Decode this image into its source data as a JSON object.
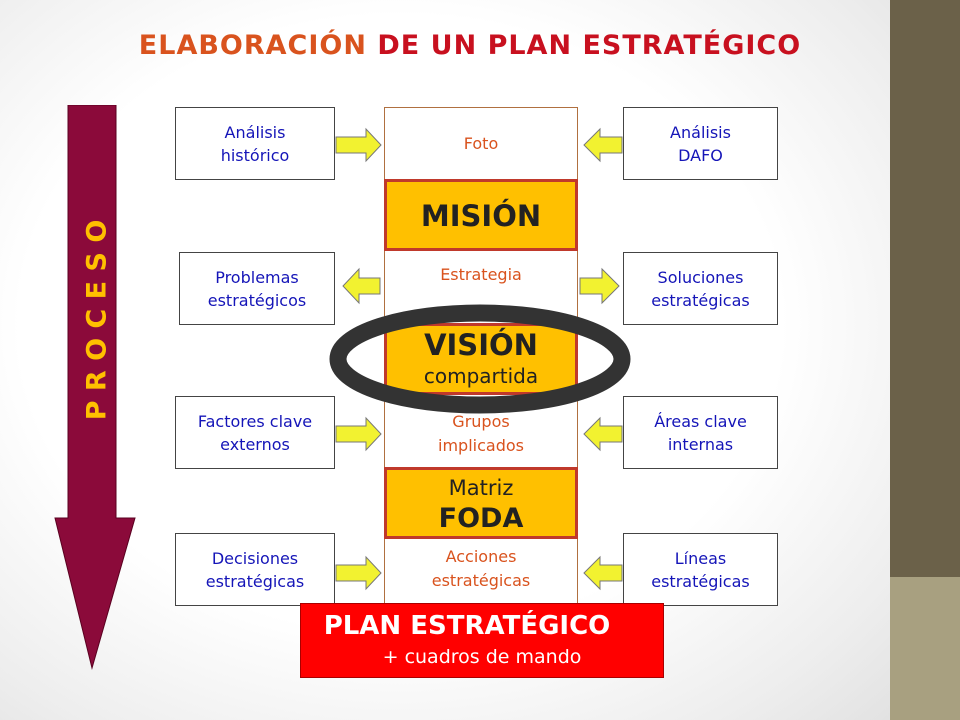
{
  "title": {
    "part1": "ELABORACIÓN",
    "part2": "DE UN PLAN ESTRATÉGICO"
  },
  "process_label": "P R O C E S O",
  "left_boxes": [
    {
      "line1": "Análisis",
      "line2": "histórico"
    },
    {
      "line1": "Problemas",
      "line2": "estratégicos"
    },
    {
      "line1": "Factores clave",
      "line2": "externos"
    },
    {
      "line1": "Decisiones",
      "line2": "estratégicas"
    }
  ],
  "right_boxes": [
    {
      "line1": "Análisis",
      "line2": "DAFO"
    },
    {
      "line1": "Soluciones",
      "line2": "estratégicas"
    },
    {
      "line1": "Áreas clave",
      "line2": "internas"
    },
    {
      "line1": "Líneas",
      "line2": "estratégicas"
    }
  ],
  "center": {
    "foto": "Foto",
    "estrategia": "Estrategia",
    "grupos_line1": "Grupos",
    "grupos_line2": "implicados",
    "acciones_line1": "Acciones",
    "acciones_line2": "estratégicas"
  },
  "mision": "MISIÓN",
  "vision": {
    "line1": "VISIÓN",
    "line2": "compartida"
  },
  "matriz": {
    "line1": "Matriz",
    "line2": "FODA"
  },
  "plan": {
    "line1": "PLAN ESTRATÉGICO",
    "line2": "+ cuadros de mando"
  },
  "colors": {
    "title_orange": "#d9531e",
    "title_red": "#c8101f",
    "box_text_blue": "#1515b8",
    "center_text_orange": "#d9531e",
    "gold_fill": "#ffc000",
    "gold_border": "#c0392b",
    "arrow_fill": "#f2f230",
    "process_arrow": "#8b0a3a",
    "plan_fill": "#ff0000",
    "ellipse": "#333333",
    "sidebar_dark": "#6b6149",
    "sidebar_light": "#a8a080"
  }
}
